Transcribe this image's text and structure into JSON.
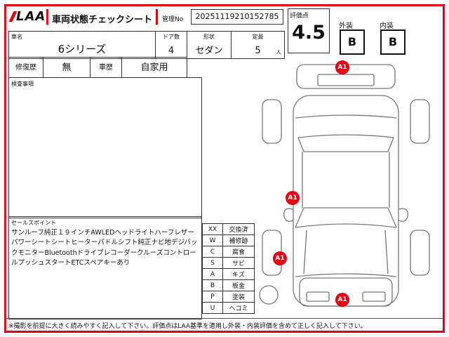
{
  "header": {
    "logo": "LAA",
    "title": "車両状態チェックシート",
    "mgmt_label": "管理No",
    "mgmt_no": "20251119210152785"
  },
  "rating": {
    "score_label": "評価点",
    "score": "4.5",
    "exterior_label": "外装",
    "exterior_grade": "B",
    "interior_label": "内装",
    "interior_grade": "B"
  },
  "vehicle": {
    "name_label": "車名",
    "name": "6シリーズ",
    "doors_label": "ドア数",
    "doors": "4",
    "shape_label": "形状",
    "shape": "セダン",
    "capacity_label": "定員",
    "capacity": "5",
    "capacity_unit": "人",
    "repair_label": "修復歴",
    "repair": "無",
    "history_label": "車歴",
    "history": "自家用"
  },
  "inspection": {
    "label": "検査事項"
  },
  "sales": {
    "label": "セールスポイント",
    "text": "サンルーフ純正１９インチAWLEDヘッドライトハーフレザーパワーシートシートヒーターパドルシフト純正ナビ地デジバックモニターBluetoothドライブレコーダークルーズコントロールプッシュスタートETCスペアキーあり"
  },
  "legend": {
    "rows": [
      {
        "code": "XX",
        "meaning": "交換済"
      },
      {
        "code": "W",
        "meaning": "補修跡"
      },
      {
        "code": "C",
        "meaning": "腐食"
      },
      {
        "code": "S",
        "meaning": "サビ"
      },
      {
        "code": "A",
        "meaning": "キズ"
      },
      {
        "code": "B",
        "meaning": "板金"
      },
      {
        "code": "P",
        "meaning": "塗装"
      },
      {
        "code": "U",
        "meaning": "ヘコミ"
      }
    ]
  },
  "diagram": {
    "markers": [
      {
        "label": "A1"
      },
      {
        "label": "A1"
      },
      {
        "label": "A1"
      },
      {
        "label": "A1"
      }
    ]
  },
  "footer": {
    "note": "※撮影を前提に大きく読みやすく記入して下さい。評価点はLAA基準を適用し外装・内装評価を含めて正しく記入して下さい。"
  },
  "colors": {
    "accent": "#e60012"
  }
}
